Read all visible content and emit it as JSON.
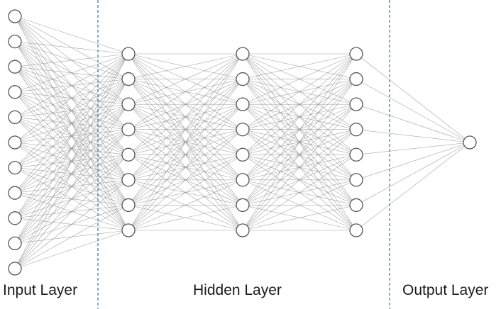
{
  "diagram": {
    "layer_labels": {
      "input": "Input Layer",
      "hidden": "Hidden Layer",
      "output": "Output Layer"
    },
    "layers": [
      {
        "id": "input",
        "node_count": 11
      },
      {
        "id": "hidden-1",
        "node_count": 8
      },
      {
        "id": "hidden-2",
        "node_count": 8
      },
      {
        "id": "hidden-3",
        "node_count": 8
      },
      {
        "id": "output",
        "node_count": 1
      }
    ],
    "colors": {
      "node_stroke": "#555555",
      "node_fill": "#ffffff",
      "edge": "#8a8a8a",
      "divider": "#2e75b6"
    }
  }
}
